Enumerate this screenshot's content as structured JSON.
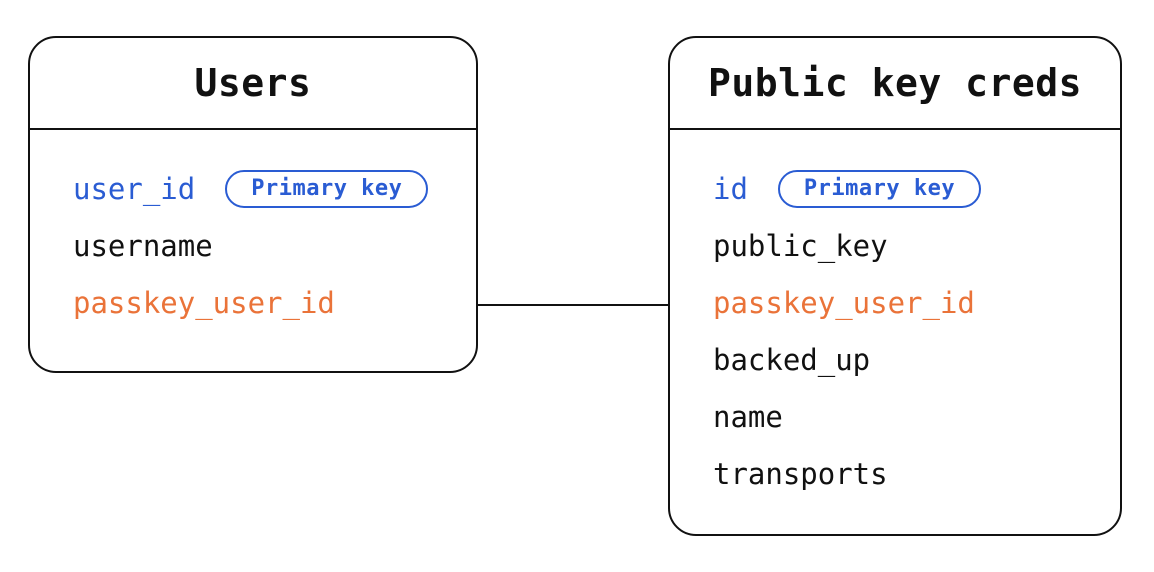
{
  "diagram": {
    "type": "entity-relationship",
    "background": "#ffffff",
    "border_color": "#111111",
    "accent_blue": "#2a5cd3",
    "accent_orange": "#ea7339",
    "badge_label": "Primary key",
    "tables": [
      {
        "title": "Users",
        "fields": [
          {
            "name": "user_id",
            "color": "blue",
            "primary_key": true
          },
          {
            "name": "username",
            "color": "default",
            "primary_key": false
          },
          {
            "name": "passkey_user_id",
            "color": "orange",
            "primary_key": false
          }
        ]
      },
      {
        "title": "Public key creds",
        "fields": [
          {
            "name": "id",
            "color": "blue",
            "primary_key": true
          },
          {
            "name": "public_key",
            "color": "default",
            "primary_key": false
          },
          {
            "name": "passkey_user_id",
            "color": "orange",
            "primary_key": false
          },
          {
            "name": "backed_up",
            "color": "default",
            "primary_key": false
          },
          {
            "name": "name",
            "color": "default",
            "primary_key": false
          },
          {
            "name": "transports",
            "color": "default",
            "primary_key": false
          }
        ]
      }
    ],
    "relationship": {
      "from": "Users.passkey_user_id",
      "to": "Public key creds.passkey_user_id"
    }
  }
}
